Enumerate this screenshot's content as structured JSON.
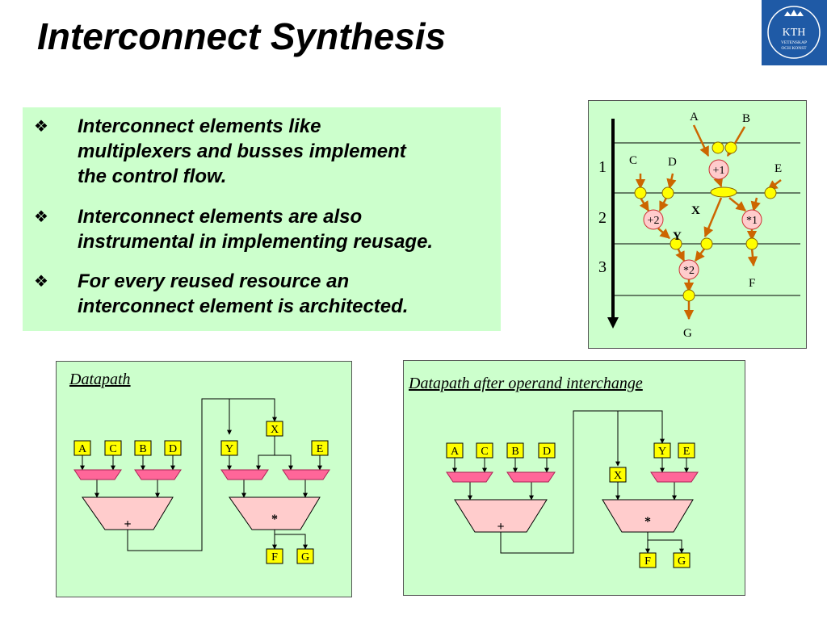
{
  "title": "Interconnect Synthesis",
  "logo": {
    "text": "KTH",
    "sub1": "VETENSKAP",
    "sub2": "OCH KONST"
  },
  "bullets": [
    {
      "lines": [
        "Interconnect elements like",
        "multiplexers and busses implement",
        "the control flow."
      ]
    },
    {
      "lines": [
        "Interconnect elements are also",
        "instrumental in implementing reusage."
      ]
    },
    {
      "lines": [
        "For every reused resource an",
        "interconnect element is architected."
      ]
    }
  ],
  "schedule": {
    "inputs": [
      "A",
      "B",
      "C",
      "D",
      "E"
    ],
    "steps": [
      "1",
      "2",
      "3"
    ],
    "ops": [
      "+1",
      "+2",
      "*1",
      "*2"
    ],
    "vars": [
      "X",
      "Y"
    ],
    "outputs": [
      "F",
      "G"
    ]
  },
  "datapath1": {
    "title": "Datapath",
    "inputs": [
      "A",
      "C",
      "B",
      "D",
      "Y",
      "E"
    ],
    "reg": "X",
    "add": "+",
    "mul": "*",
    "outputs": [
      "F",
      "G"
    ]
  },
  "datapath2": {
    "title": "Datapath after operand interchange",
    "inputs": [
      "A",
      "C",
      "B",
      "D",
      "Y",
      "E"
    ],
    "reg": "X",
    "add": "+",
    "mul": "*",
    "outputs": [
      "F",
      "G"
    ]
  },
  "colors": {
    "panel": "#ccffcc",
    "node": "#ffcccc",
    "mux": "#ff6699",
    "box": "#ffff00",
    "arrow": "#cc6600",
    "logo": "#1f5aa6"
  }
}
